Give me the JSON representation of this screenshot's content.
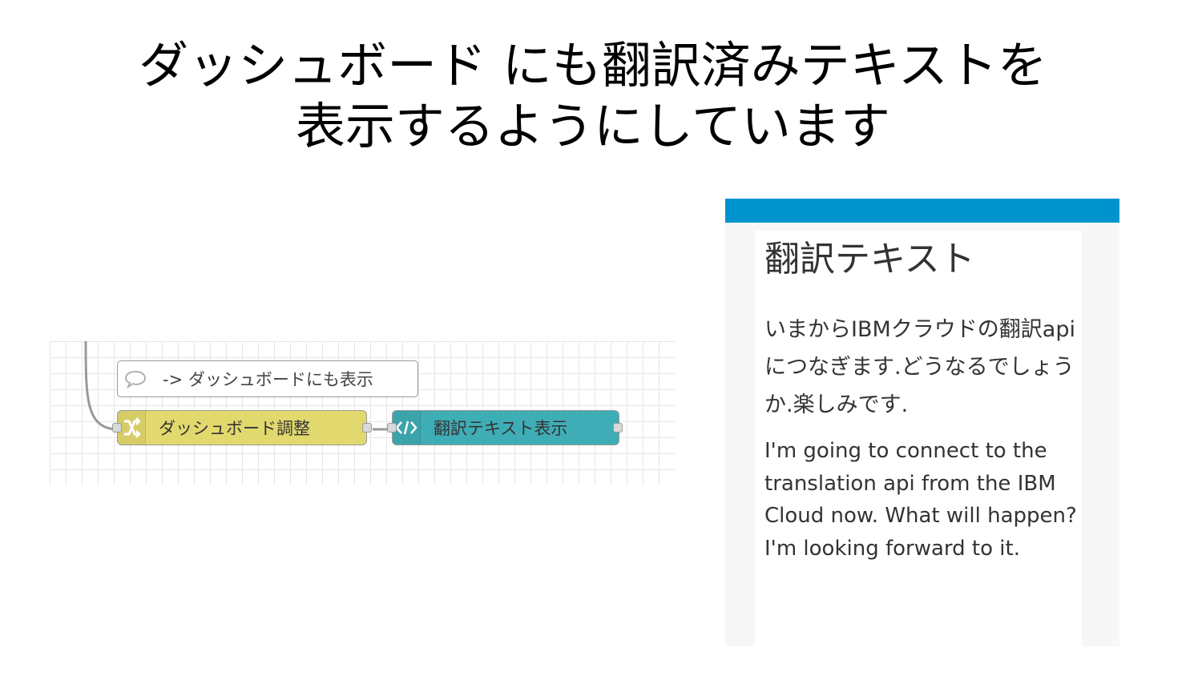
{
  "slide": {
    "title_line1": "ダッシュボード にも翻訳済みテキストを",
    "title_line2": "表示するようにしています"
  },
  "flow": {
    "comment_node_label": "-> ダッシュボードにも表示",
    "change_node_label": "ダッシュボード調整",
    "template_node_label": "翻訳テキスト表示",
    "colors": {
      "change_node": "#e2d96e",
      "template_node": "#3fadb5",
      "wire": "#999999"
    },
    "icons": {
      "comment": "comment-icon",
      "change": "shuffle-icon",
      "template": "code-icon"
    }
  },
  "dashboard": {
    "header_color": "#0094ce",
    "card_title": "翻訳テキスト",
    "japanese_text": "いまからIBMクラウドの翻訳apiにつなぎます.どうなるでしょうか.楽しみです.",
    "english_text": "I'm going to connect to the translation api from the IBM Cloud now. What will happen? I'm looking forward to it."
  }
}
